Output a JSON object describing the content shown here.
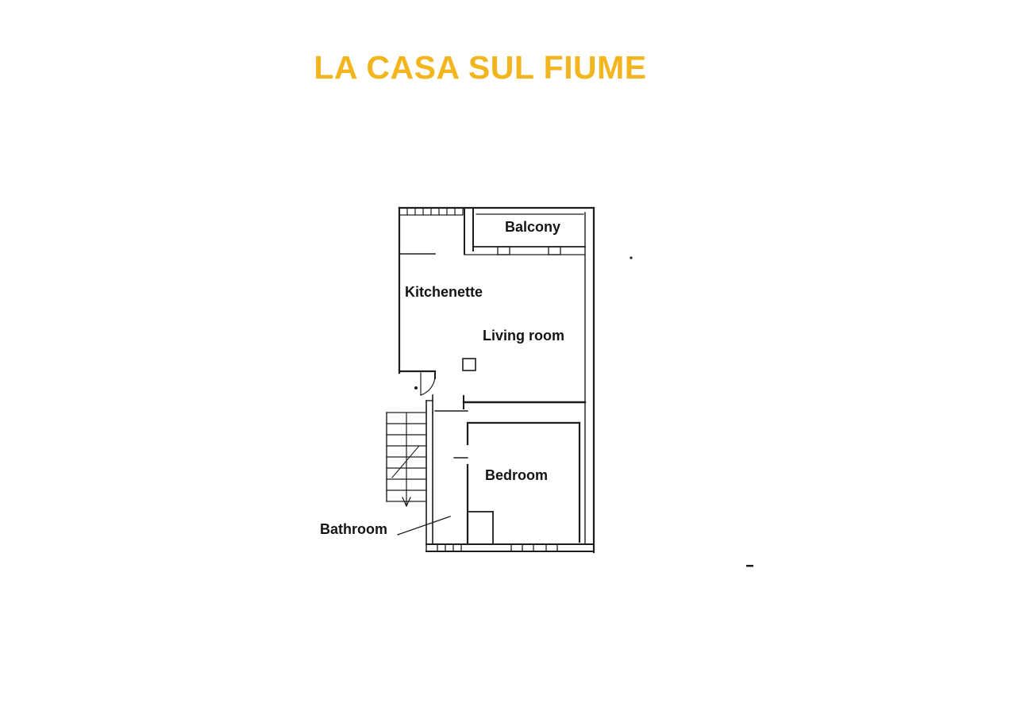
{
  "page": {
    "title": "LA CASA SUL FIUME",
    "title_color": "#F2B51E",
    "background_color": "#FFFFFF"
  },
  "floorplan": {
    "type": "apartment-floor-plan",
    "line_color": "#1D1D1D",
    "rooms": [
      {
        "id": "balcony",
        "label": "Balcony"
      },
      {
        "id": "kitchenette",
        "label": "Kitchenette"
      },
      {
        "id": "living-room",
        "label": "Living room"
      },
      {
        "id": "bedroom",
        "label": "Bedroom"
      },
      {
        "id": "bathroom",
        "label": "Bathroom"
      }
    ],
    "features": [
      "staircase-with-down-arrow",
      "entry-door-swing",
      "balcony-window-band",
      "top-left-window-hatch",
      "bottom-wall-windows",
      "bathroom-pointer-line"
    ]
  }
}
